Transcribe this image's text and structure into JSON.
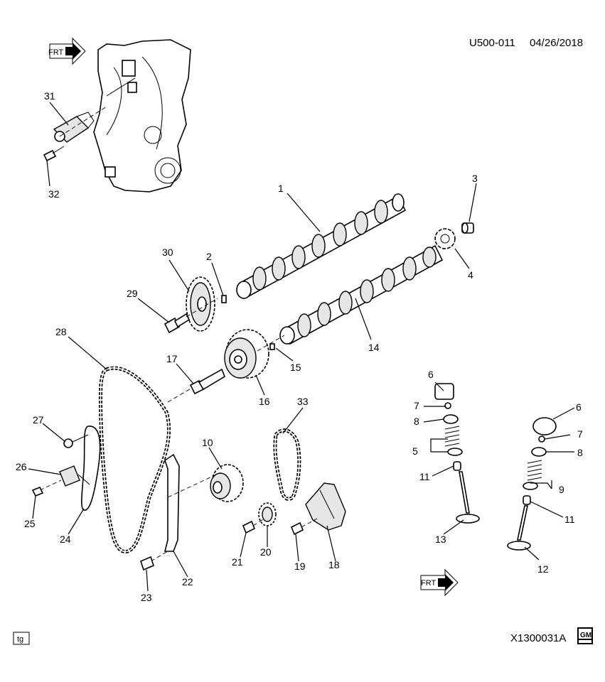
{
  "header": {
    "ref_code": "U500-011",
    "date": "04/26/2018"
  },
  "footer": {
    "corner_tag": "tg",
    "illustration_id": "X1300031A",
    "logo_text": "GM"
  },
  "front_markers": [
    {
      "text": "FRT"
    },
    {
      "text": "FRT"
    }
  ],
  "callouts": [
    "1",
    "2",
    "3",
    "4",
    "5",
    "6",
    "6",
    "7",
    "7",
    "8",
    "8",
    "9",
    "10",
    "11",
    "11",
    "12",
    "13",
    "14",
    "15",
    "16",
    "17",
    "18",
    "19",
    "20",
    "21",
    "22",
    "23",
    "24",
    "25",
    "26",
    "27",
    "28",
    "29",
    "30",
    "31",
    "32",
    "33"
  ]
}
